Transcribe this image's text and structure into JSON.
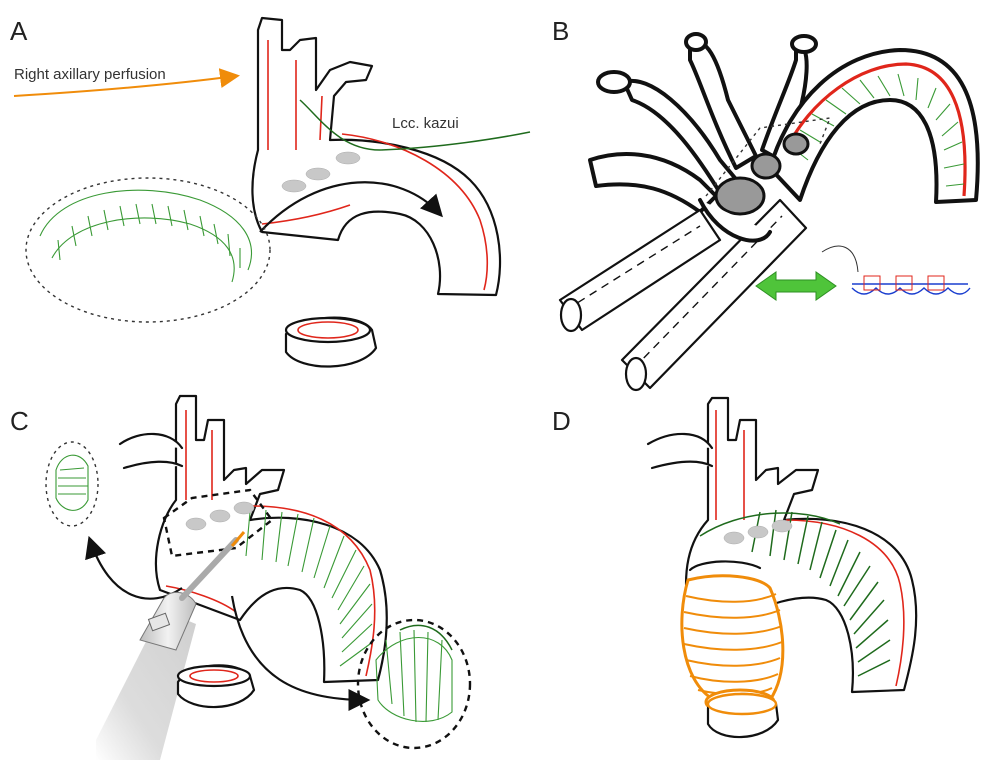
{
  "panels": {
    "a": {
      "letter": "A"
    },
    "b": {
      "letter": "B"
    },
    "c": {
      "letter": "C"
    },
    "d": {
      "letter": "D"
    }
  },
  "labels": {
    "right_axillary": "Right axillary perfusion",
    "lcc": "Lcc. kazui"
  },
  "colors": {
    "aorta_red": "#e0261b",
    "graft_green": "#3a9a36",
    "graft_orange": "#f08c0a",
    "double_arrow_green": "#4fc43a",
    "ink": "#111111"
  }
}
